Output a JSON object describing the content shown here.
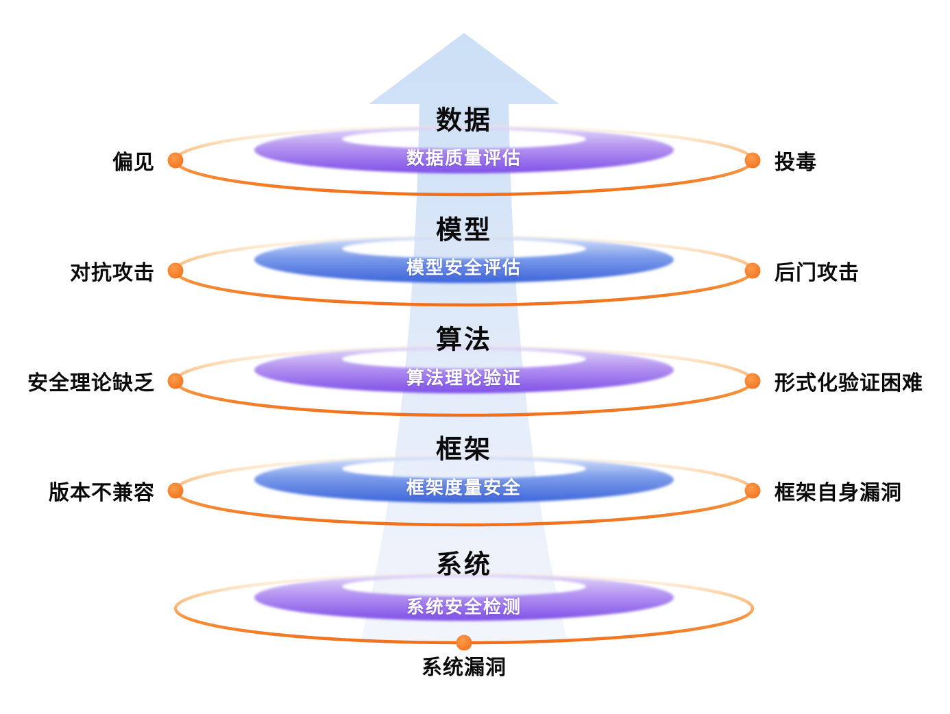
{
  "diagram": {
    "kind": "layered-ai-security-stack",
    "arrow_direction": "up",
    "levels": [
      {
        "title": "数据",
        "assessment": "数据质量评估",
        "band_color": "#7F50E7",
        "threat_left": "偏见",
        "threat_right": "投毒"
      },
      {
        "title": "模型",
        "assessment": "模型安全评估",
        "band_color": "#3C64DA",
        "threat_left": "对抗攻击",
        "threat_right": "后门攻击"
      },
      {
        "title": "算法",
        "assessment": "算法理论验证",
        "band_color": "#7F50E7",
        "threat_left": "安全理论缺乏",
        "threat_right": "形式化验证困难"
      },
      {
        "title": "框架",
        "assessment": "框架度量安全",
        "band_color": "#3C64DA",
        "threat_left": "版本不兼容",
        "threat_right": "框架自身漏洞"
      },
      {
        "title": "系统",
        "assessment": "系统安全检测",
        "band_color": "#7F50E7",
        "threat_bottom": "系统漏洞"
      }
    ],
    "colors": {
      "orange_ring": "#F2711C",
      "orange_dot": "#F5821F",
      "purple_band_top": "#E2D8F8",
      "purple_band_bottom": "#7F50E7",
      "blue_band_top": "#DBE5FA",
      "blue_band_bottom": "#3C64DA",
      "arrow_blue": "#CBDFF6",
      "text_black": "#0A0A0A",
      "band_text_white": "#FFFFFF"
    },
    "icons": [
      {
        "name": "up-arrow-beam-icon"
      },
      {
        "name": "threat-dot-icon"
      },
      {
        "name": "orbit-ring-icon"
      }
    ]
  }
}
